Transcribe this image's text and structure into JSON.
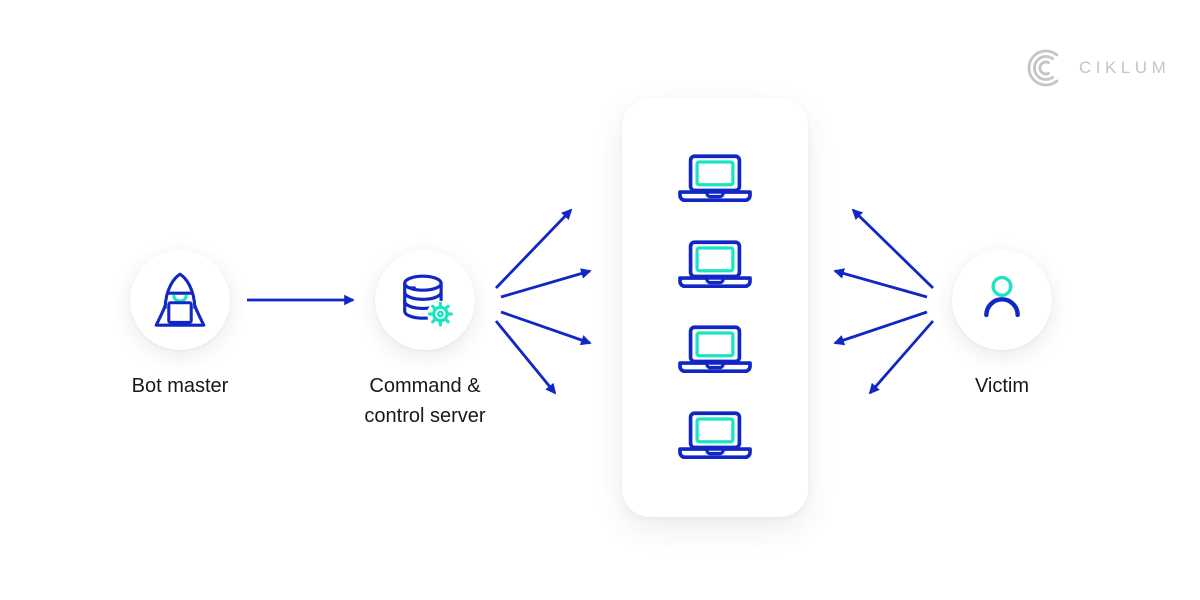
{
  "logo": {
    "brand": "CIKLUM"
  },
  "colors": {
    "arrow_blue": "#1127c5",
    "accent_teal": "#1ae5c0",
    "label_text": "#17181d",
    "logo_gray": "#c4c5c7"
  },
  "nodes": {
    "bot_master": {
      "label": "Bot master",
      "icon": "hacker-icon"
    },
    "command_control_server": {
      "label_line1": "Command &",
      "label_line2": "control server",
      "icon": "database-gear-icon"
    },
    "bots_panel": {
      "bot_count": 4,
      "icon": "laptop-icon"
    },
    "victim": {
      "label": "Victim",
      "icon": "person-icon"
    }
  },
  "connections": [
    {
      "id": "master-to-server",
      "from": "Bot master",
      "to": "Command & control server",
      "arrows": 1,
      "arrowhead_points_to": "Command & control server"
    },
    {
      "id": "server-to-bots",
      "from": "Command & control server",
      "to": "bots panel",
      "arrows": 4,
      "arrowhead_points_to": "bots panel"
    },
    {
      "id": "victim-to-bots",
      "from": "Victim",
      "to": "bots panel",
      "arrows": 4,
      "arrowhead_points_to": "bots panel"
    }
  ]
}
